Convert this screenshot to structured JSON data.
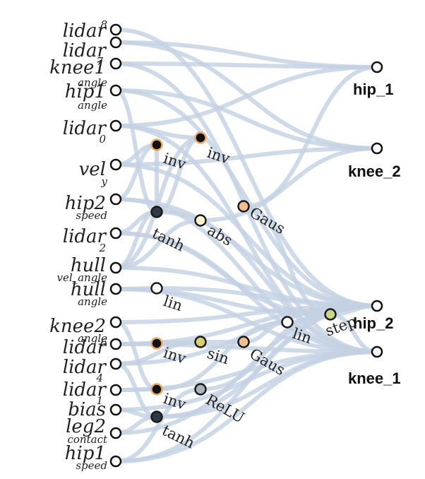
{
  "inputs": [
    {
      "id": "lidar8",
      "main": "lidar",
      "sub": "8"
    },
    {
      "id": "lidar7",
      "main": "lidar",
      "sub": "7"
    },
    {
      "id": "knee1_angle",
      "main": "knee1",
      "sub": "angle"
    },
    {
      "id": "hip1_angle",
      "main": "hip1",
      "sub": "angle"
    },
    {
      "id": "lidar0",
      "main": "lidar",
      "sub": "0"
    },
    {
      "id": "vel_y",
      "main": "vel",
      "sub": "y"
    },
    {
      "id": "hip2_speed",
      "main": "hip2",
      "sub": "speed"
    },
    {
      "id": "lidar2",
      "main": "lidar",
      "sub": "2"
    },
    {
      "id": "hull_vel_angle",
      "main": "hull",
      "sub": "vel_angle"
    },
    {
      "id": "hull_angle",
      "main": "hull",
      "sub": "angle"
    },
    {
      "id": "knee2_angle",
      "main": "knee2",
      "sub": "angle"
    },
    {
      "id": "lidar6",
      "main": "lidar",
      "sub": "6"
    },
    {
      "id": "lidar4",
      "main": "lidar",
      "sub": "4"
    },
    {
      "id": "lidar1",
      "main": "lidar",
      "sub": "1"
    },
    {
      "id": "bias",
      "main": "bias",
      "sub": ""
    },
    {
      "id": "leg2_contact",
      "main": "leg2",
      "sub": "contact"
    },
    {
      "id": "hip1_speed",
      "main": "hip1",
      "sub": "speed"
    }
  ],
  "hidden": [
    {
      "id": "inv1",
      "label": "inv",
      "color": "#111111",
      "stroke": "#e8a866"
    },
    {
      "id": "inv2",
      "label": "inv",
      "color": "#111111",
      "stroke": "#e8a866"
    },
    {
      "id": "tanh1",
      "label": "tanh",
      "color": "#2f3a44",
      "stroke": "#1a1a1a"
    },
    {
      "id": "abs",
      "label": "abs",
      "color": "#fbf3d2",
      "stroke": "#1a1a1a"
    },
    {
      "id": "gaus1",
      "label": "Gaus",
      "color": "#efbf92",
      "stroke": "#1a1a1a"
    },
    {
      "id": "lin1",
      "label": "lin",
      "color": "#ffffff",
      "stroke": "#1a1a1a"
    },
    {
      "id": "lin2",
      "label": "lin",
      "color": "#ffffff",
      "stroke": "#1a1a1a"
    },
    {
      "id": "step",
      "label": "step",
      "color": "#c9d68a",
      "stroke": "#1a1a1a"
    },
    {
      "id": "inv3",
      "label": "inv",
      "color": "#111111",
      "stroke": "#e8a866"
    },
    {
      "id": "sin",
      "label": "sin",
      "color": "#d8cf71",
      "stroke": "#1a1a1a"
    },
    {
      "id": "gaus2",
      "label": "Gaus",
      "color": "#efbf92",
      "stroke": "#1a1a1a"
    },
    {
      "id": "inv4",
      "label": "inv",
      "color": "#111111",
      "stroke": "#e8a866"
    },
    {
      "id": "relu",
      "label": "ReLU",
      "color": "#a9b4bc",
      "stroke": "#1a1a1a"
    },
    {
      "id": "tanh2",
      "label": "tanh",
      "color": "#2f3a44",
      "stroke": "#1a1a1a"
    }
  ],
  "outputs": [
    {
      "id": "hip_1",
      "label": "hip_1"
    },
    {
      "id": "knee_2",
      "label": "knee_2"
    },
    {
      "id": "hip_2",
      "label": "hip_2"
    },
    {
      "id": "knee_1",
      "label": "knee_1"
    }
  ],
  "edges": [
    [
      "lidar8",
      "hip_2"
    ],
    [
      "lidar7",
      "hip_1"
    ],
    [
      "lidar7",
      "knee_2"
    ],
    [
      "knee1_angle",
      "hip_1"
    ],
    [
      "knee1_angle",
      "knee_1"
    ],
    [
      "hip1_angle",
      "knee_2"
    ],
    [
      "hip1_angle",
      "tanh1"
    ],
    [
      "hip1_angle",
      "hip_2"
    ],
    [
      "lidar0",
      "hip_1"
    ],
    [
      "lidar0",
      "inv2"
    ],
    [
      "lidar0",
      "knee_1"
    ],
    [
      "vel_y",
      "inv1"
    ],
    [
      "vel_y",
      "knee_2"
    ],
    [
      "vel_y",
      "hip_2"
    ],
    [
      "hip2_speed",
      "inv1"
    ],
    [
      "hip2_speed",
      "hip_2"
    ],
    [
      "hip2_speed",
      "knee_1"
    ],
    [
      "lidar2",
      "tanh1"
    ],
    [
      "lidar2",
      "knee_1"
    ],
    [
      "lidar2",
      "step"
    ],
    [
      "hull_vel_angle",
      "abs"
    ],
    [
      "hull_vel_angle",
      "inv2"
    ],
    [
      "hull_vel_angle",
      "tanh1"
    ],
    [
      "hull_vel_angle",
      "hip_2"
    ],
    [
      "hull_angle",
      "lin1"
    ],
    [
      "hull_angle",
      "step"
    ],
    [
      "hull_angle",
      "knee_1"
    ],
    [
      "knee2_angle",
      "inv4"
    ],
    [
      "knee2_angle",
      "hip_2"
    ],
    [
      "lidar6",
      "inv3"
    ],
    [
      "lidar6",
      "knee_1"
    ],
    [
      "lidar6",
      "hip_2"
    ],
    [
      "lidar4",
      "sin"
    ],
    [
      "lidar4",
      "tanh2"
    ],
    [
      "lidar4",
      "hip_2"
    ],
    [
      "lidar1",
      "inv4"
    ],
    [
      "lidar1",
      "knee_1"
    ],
    [
      "bias",
      "tanh2"
    ],
    [
      "bias",
      "knee_1"
    ],
    [
      "leg2_contact",
      "tanh2"
    ],
    [
      "leg2_contact",
      "hip_2"
    ],
    [
      "hip1_speed",
      "relu"
    ],
    [
      "hip1_speed",
      "knee_1"
    ],
    [
      "hip1_speed",
      "hip_2"
    ],
    [
      "inv1",
      "tanh1"
    ],
    [
      "inv2",
      "tanh1"
    ],
    [
      "abs",
      "knee_2"
    ],
    [
      "gaus1",
      "step"
    ],
    [
      "gaus1",
      "hip_1"
    ],
    [
      "tanh1",
      "knee_1"
    ],
    [
      "lin1",
      "hip_2"
    ],
    [
      "inv3",
      "sin"
    ],
    [
      "sin",
      "gaus2"
    ],
    [
      "gaus2",
      "lin2"
    ],
    [
      "lin2",
      "step"
    ],
    [
      "step",
      "hip_2"
    ],
    [
      "step",
      "knee_1"
    ],
    [
      "inv4",
      "lin2"
    ],
    [
      "relu",
      "step"
    ],
    [
      "tanh2",
      "knee_1"
    ],
    [
      "tanh2",
      "hip_2"
    ]
  ]
}
